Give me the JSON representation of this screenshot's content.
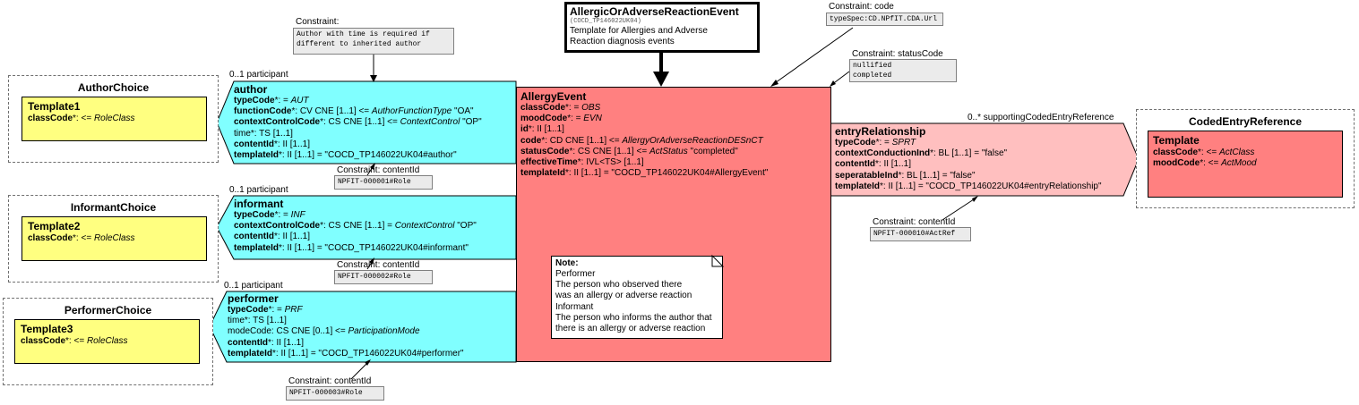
{
  "choices": [
    {
      "title": "AuthorChoice",
      "template": "Template1",
      "attr_name": "classCode",
      "attr_rest": "*: <= ",
      "attr_value": "RoleClass"
    },
    {
      "title": "InformantChoice",
      "template": "Template2",
      "attr_name": "classCode",
      "attr_rest": "*: <= ",
      "attr_value": "RoleClass"
    },
    {
      "title": "PerformerChoice",
      "template": "Template3",
      "attr_name": "classCode",
      "attr_rest": "*: <= ",
      "attr_value": "RoleClass"
    }
  ],
  "participants": [
    {
      "multiplicity": "0..1 participant",
      "title": "author",
      "lines": [
        {
          "b": "typeCode",
          "n": "*: = ",
          "i": "AUT",
          "t": ""
        },
        {
          "b": "functionCode",
          "n": "*: CV CNE [1..1] <= ",
          "i": "AuthorFunctionType",
          "t": " \"OA\""
        },
        {
          "b": "contextControlCode",
          "n": "*: CS CNE [1..1] <= ",
          "i": "ContextControl",
          "t": " \"OP\""
        },
        {
          "b": "",
          "n": "time*: TS [1..1]",
          "i": "",
          "t": ""
        },
        {
          "b": "contentId",
          "n": "*: II [1..1]",
          "i": "",
          "t": ""
        },
        {
          "b": "templateId",
          "n": "*: II [1..1] = \"COCD_TP146022UK04#author\"",
          "i": "",
          "t": ""
        }
      ]
    },
    {
      "multiplicity": "0..1 participant",
      "title": "informant",
      "lines": [
        {
          "b": "typeCode",
          "n": "*: = ",
          "i": "INF",
          "t": ""
        },
        {
          "b": "contextControlCode",
          "n": "*: CS CNE [1..1] = ",
          "i": "ContextControl",
          "t": " \"OP\""
        },
        {
          "b": "contentId",
          "n": "*: II [1..1]",
          "i": "",
          "t": ""
        },
        {
          "b": "templateId",
          "n": "*: II [1..1] = \"COCD_TP146022UK04#informant\"",
          "i": "",
          "t": ""
        }
      ]
    },
    {
      "multiplicity": "0..1 participant",
      "title": "performer",
      "lines": [
        {
          "b": "typeCode",
          "n": "*: = ",
          "i": "PRF",
          "t": ""
        },
        {
          "b": "",
          "n": "time*: TS [1..1]",
          "i": "",
          "t": ""
        },
        {
          "b": "",
          "n": "modeCode: CS CNE [0..1] <= ",
          "i": "ParticipationMode",
          "t": ""
        },
        {
          "b": "contentId",
          "n": "*: II [1..1]",
          "i": "",
          "t": ""
        },
        {
          "b": "templateId",
          "n": "*: II [1..1] = \"COCD_TP146022UK04#performer\"",
          "i": "",
          "t": ""
        }
      ]
    }
  ],
  "constraints": {
    "author": {
      "label": "Constraint:",
      "text": "Author with time is required if different to inherited author"
    },
    "code": {
      "label": "Constraint: code",
      "text": "typeSpec:CD.NPfIT.CDA.Url"
    },
    "status": {
      "label": "Constraint: statusCode",
      "text1": "nullified",
      "text2": "completed"
    },
    "cid1": {
      "label": "Constraint: contentId",
      "text": "NPFIT-000001#Role"
    },
    "cid2": {
      "label": "Constraint: contentId",
      "text": "NPFIT-000002#Role"
    },
    "cid3": {
      "label": "Constraint: contentId",
      "text": "NPFIT-000003#Role"
    },
    "cid10": {
      "label": "Constraint: contentId",
      "text": "NPFIT-000010#ActRef"
    }
  },
  "entry_point": {
    "title": "AllergicOrAdverseReactionEvent",
    "code": "(COCD_TP146022UK04)",
    "desc1": "Template for Allergies and Adverse",
    "desc2": "Reaction diagnosis events"
  },
  "allergy_event": {
    "title": "AllergyEvent",
    "lines": [
      {
        "b": "classCode",
        "n": "*: = ",
        "i": "OBS",
        "t": ""
      },
      {
        "b": "moodCode",
        "n": "*: = ",
        "i": "EVN",
        "t": ""
      },
      {
        "b": "id",
        "n": "*: II [1..1]",
        "i": "",
        "t": ""
      },
      {
        "b": "code",
        "n": "*: CD CNE [1..1] <= ",
        "i": "AllergyOrAdverseReactionDESnCT",
        "t": ""
      },
      {
        "b": "statusCode",
        "n": "*: CS CNE [1..1] <= ",
        "i": "ActStatus",
        "t": " \"completed\""
      },
      {
        "b": "effectiveTime",
        "n": "*: IVL<TS> [1..1]",
        "i": "",
        "t": ""
      },
      {
        "b": "templateId",
        "n": "*: II [1..1] = \"COCD_TP146022UK04#AllergyEvent\"",
        "i": "",
        "t": ""
      }
    ]
  },
  "note": {
    "title": "Note:",
    "lines": [
      "Performer",
      "The person who observed there",
      "was an allergy or adverse reaction",
      "Informant",
      "The person who informs the author that",
      "there is an allergy or adverse reaction"
    ]
  },
  "entry_relationship": {
    "multiplicity": "0..* supportingCodedEntryReference",
    "title": "entryRelationship",
    "lines": [
      {
        "b": "typeCode",
        "n": "*: = ",
        "i": "SPRT",
        "t": ""
      },
      {
        "b": "contextConductionInd",
        "n": "*: BL [1..1] = \"false\"",
        "i": "",
        "t": ""
      },
      {
        "b": "contentId",
        "n": "*: II [1..1]",
        "i": "",
        "t": ""
      },
      {
        "b": "seperatableInd",
        "n": "*: BL [1..1] = \"false\"",
        "i": "",
        "t": ""
      },
      {
        "b": "templateId",
        "n": "*: II [1..1] = \"COCD_TP146022UK04#entryRelationship\"",
        "i": "",
        "t": ""
      }
    ]
  },
  "coded_entry": {
    "title": "CodedEntryReference",
    "template": "Template",
    "lines": [
      {
        "b": "classCode",
        "n": "*: <= ",
        "i": "ActClass",
        "t": ""
      },
      {
        "b": "moodCode",
        "n": "*: <= ",
        "i": "ActMood",
        "t": ""
      }
    ]
  },
  "colors": {
    "cyan": "#80ffff",
    "red": "#ff8080",
    "pink": "#ffbfbf",
    "yellow": "#ffff80",
    "constraint_bg": "#ebebeb"
  }
}
